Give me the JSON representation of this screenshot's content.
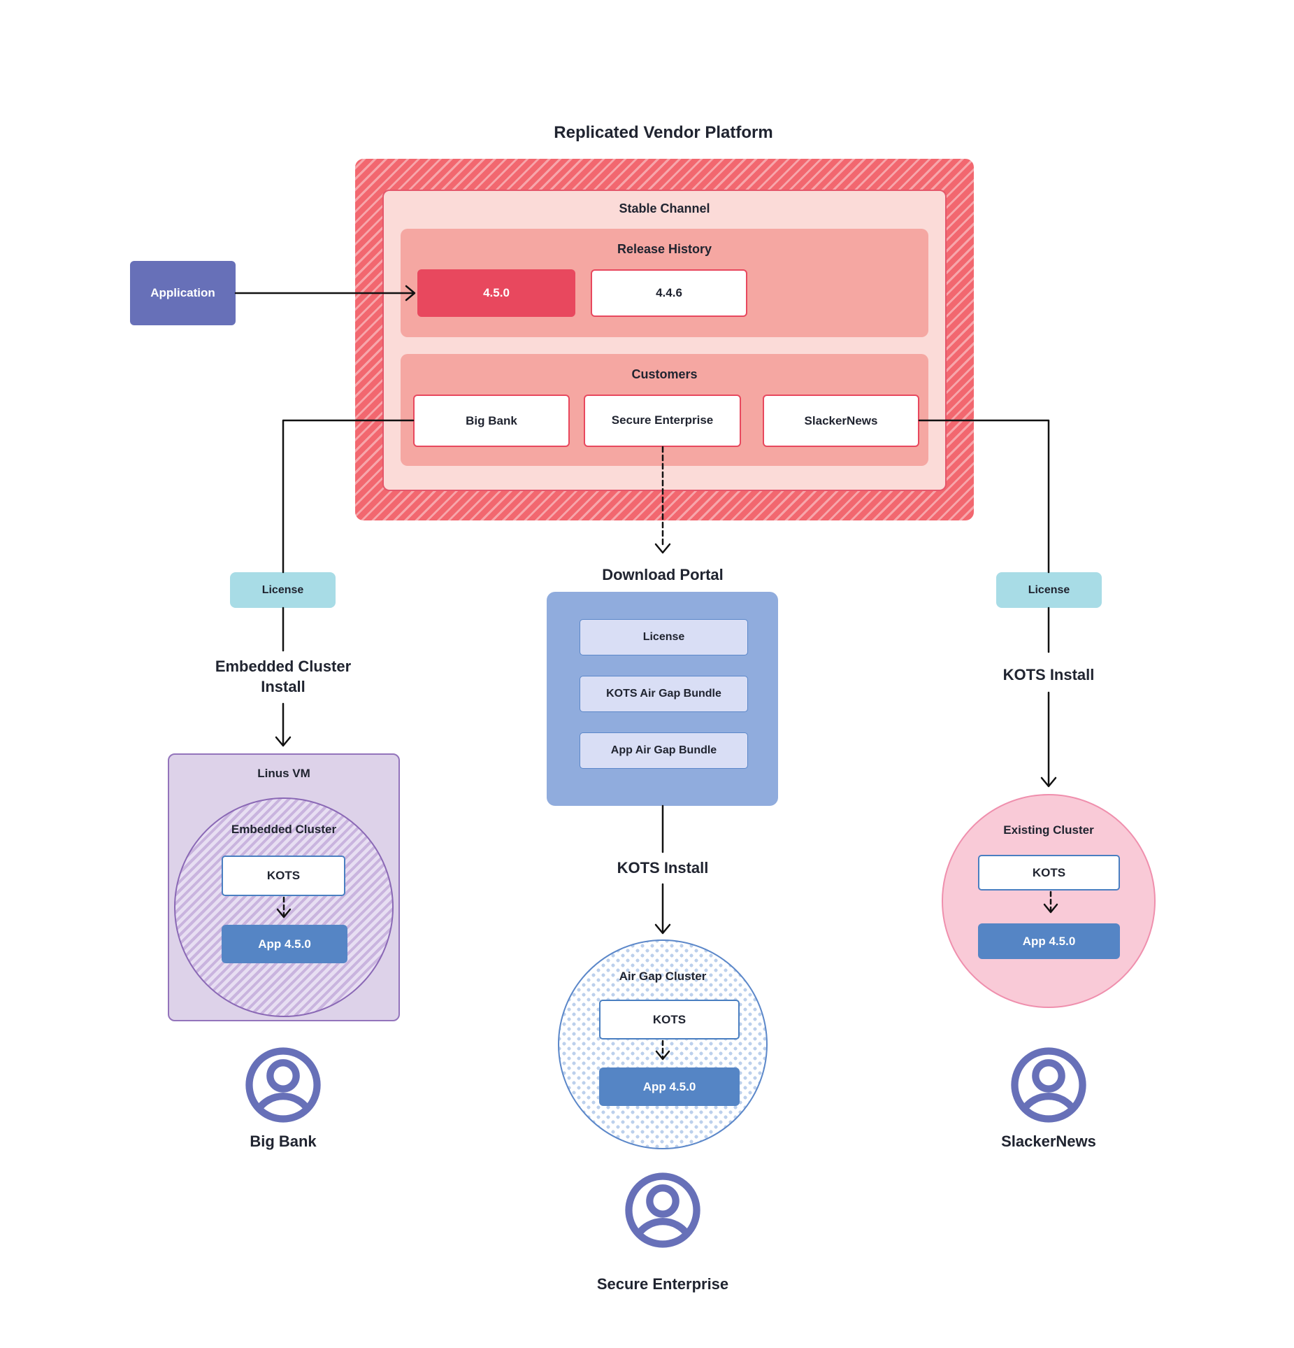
{
  "title": "Replicated Vendor Platform",
  "palette": {
    "stripe_red": "#f2676f",
    "stripe_red_light": "#f7a6ab",
    "red_border": "#e4576b",
    "light_pink": "#fbdbd8",
    "salmon": "#f5a7a2",
    "release_highlight": "#e8485e",
    "indigo": "#6770b8",
    "teal_license": "#a8dce6",
    "portal_blue": "#90acdd",
    "bundle_blue": "#d9def5",
    "kots_border_blue": "#4a7fc1",
    "app_blue": "#5585c5",
    "vm_purple": "#ddd2e9",
    "vm_purple_border": "#9374bb",
    "hatch_purple": "#c9b4de",
    "existing_pink": "#f9cad7",
    "existing_pink_border": "#ef8fad",
    "dot_blue": "#bcd0ec",
    "line_black": "#111111",
    "text": "#202430"
  },
  "application": {
    "label": "Application"
  },
  "platform": {
    "stable_channel": {
      "label": "Stable Channel"
    },
    "release_history": {
      "label": "Release History",
      "releases": [
        {
          "version": "4.5.0"
        },
        {
          "version": "4.4.6"
        }
      ]
    },
    "customers": {
      "label": "Customers",
      "items": [
        {
          "name": "Big Bank"
        },
        {
          "name": "Secure Enterprise"
        },
        {
          "name": "SlackerNews"
        }
      ]
    }
  },
  "left_flow": {
    "license": "License",
    "install": "Embedded Cluster Install",
    "vm": "Linus VM",
    "cluster": "Embedded Cluster",
    "kots": "KOTS",
    "app": "App 4.5.0",
    "person": "Big Bank"
  },
  "middle_flow": {
    "portal_title": "Download  Portal",
    "bundles": [
      "License",
      "KOTS Air Gap Bundle",
      "App Air Gap Bundle"
    ],
    "install": "KOTS Install",
    "cluster": "Air Gap Cluster",
    "kots": "KOTS",
    "app": "App 4.5.0",
    "person": "Secure Enterprise"
  },
  "right_flow": {
    "license": "License",
    "install": "KOTS Install",
    "cluster": "Existing Cluster",
    "kots": "KOTS",
    "app": "App 4.5.0",
    "person": "SlackerNews"
  }
}
